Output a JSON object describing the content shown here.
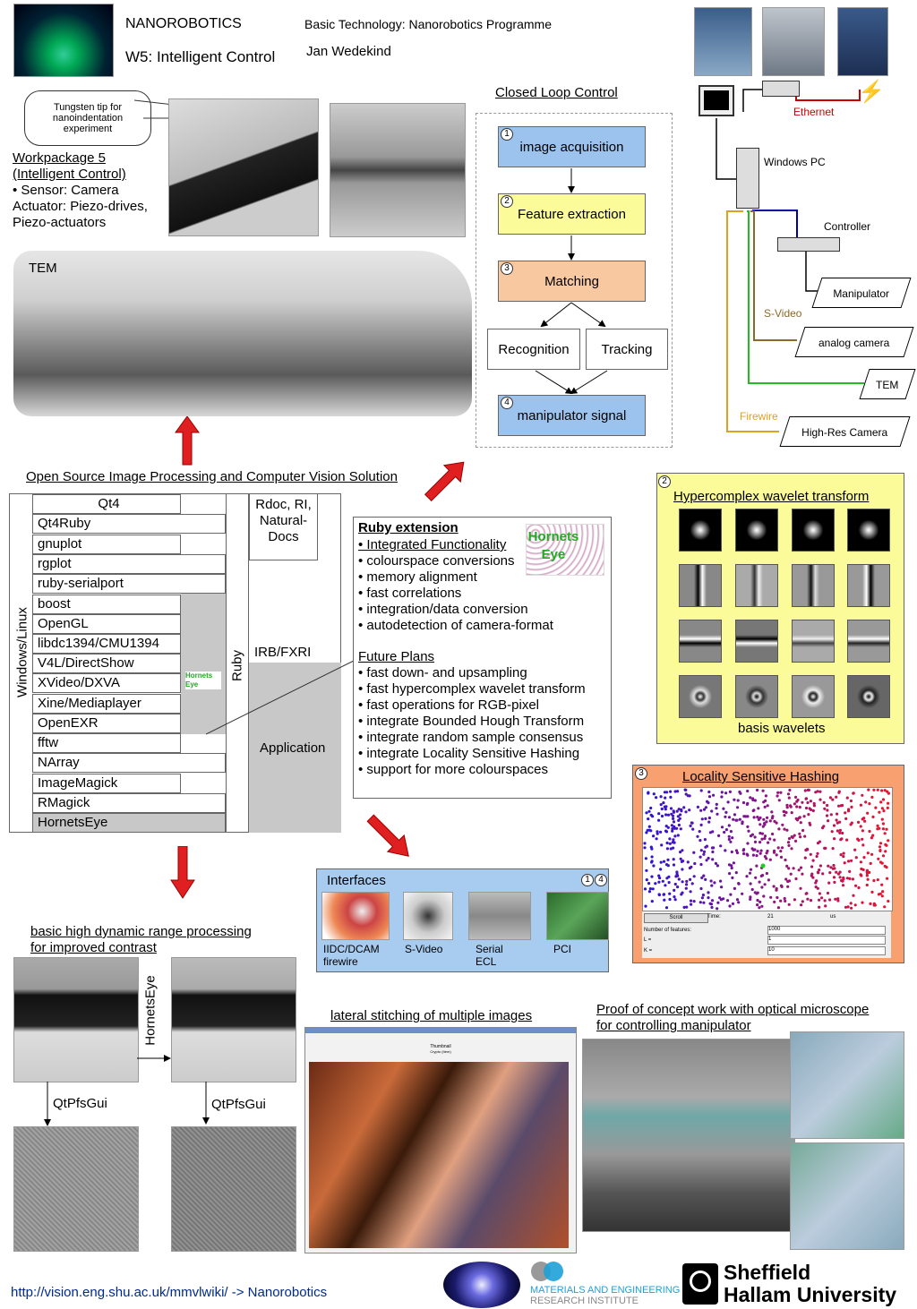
{
  "header": {
    "programme": "NANOROBOTICS",
    "workpackage": "W5: Intelligent Control",
    "subtitle": "Basic Technology: Nanorobotics Programme",
    "author": "Jan Wedekind"
  },
  "callout": {
    "text": "Tungsten tip for nanoindentation experiment"
  },
  "intro": {
    "title1": "Workpackage 5",
    "title2": "(Intelligent Control)",
    "line1": "• Sensor: Camera",
    "line2": "Actuator: Piezo-drives,",
    "line3": "Piezo-actuators"
  },
  "tem_label": "TEM",
  "closed_loop": {
    "title": "Closed Loop Control",
    "steps": [
      "image acquisition",
      "Feature extraction",
      "Matching",
      "Recognition",
      "Tracking",
      "manipulator signal"
    ],
    "nums": [
      "1",
      "2",
      "3",
      "4"
    ]
  },
  "network": {
    "ethernet": "Ethernet",
    "pc": "Windows PC",
    "controller": "Controller",
    "manipulator": "Manipulator",
    "svideo": "S-Video",
    "analog": "analog camera",
    "tem": "TEM",
    "firewire": "Firewire",
    "hires": "High-Res Camera",
    "colors": {
      "ethernet": "#cc0000",
      "controller": "#0000aa",
      "tem": "#22bb22",
      "svideo": "#8b6a2a",
      "firewire": "#e0a020"
    }
  },
  "oss": {
    "title": "Open Source  Image Processing and Computer Vision Solution",
    "os": "Windows/Linux",
    "ruby": "Ruby",
    "libs": [
      "Qt4",
      "Qt4Ruby",
      "gnuplot",
      "rgplot",
      "ruby-serialport",
      "boost",
      "OpenGL",
      "libdc1394/CMU1394",
      "V4L/DirectShow",
      "XVideo/DXVA",
      "Xine/Mediaplayer",
      "OpenEXR",
      "fftw",
      "NArray",
      "ImageMagick",
      "RMagick",
      "HornetsEye"
    ],
    "rdoc": "Rdoc, RI, Natural- Docs",
    "irb": "IRB/FXRI",
    "application": "Application",
    "logo_small": "Hornets Eye"
  },
  "ruby_ext": {
    "title": "Ruby extension",
    "features_title": "• Integrated Functionality",
    "features": [
      "• colourspace conversions",
      "• memory alignment",
      "• fast correlations",
      "• integration/data conversion",
      "• autodetection of camera-format"
    ],
    "plans_title": "Future Plans",
    "plans": [
      "• fast down- and upsampling",
      "• fast hypercomplex wavelet transform",
      "• fast operations for RGB-pixel",
      "• integrate Bounded Hough Transform",
      "• integrate random sample consensus",
      "• integrate Locality Sensitive Hashing",
      "• support for more colourspaces"
    ],
    "logo": "Hornets Eye"
  },
  "wavelet": {
    "num": "2",
    "title": "Hypercomplex wavelet transform",
    "caption": "basis wavelets"
  },
  "lsh": {
    "num": "3",
    "title": "Locality Sensitive Hashing",
    "scroll": "Scroll",
    "time": "Time:",
    "time_val": "21",
    "time_unit": "us",
    "nfeat": "Number of features:",
    "nfeat_val": "1000",
    "l": "L =",
    "l_val": "1",
    "k": "K =",
    "k_val": "10"
  },
  "interfaces": {
    "title": "Interfaces",
    "nums": [
      "1",
      "4"
    ],
    "items": [
      "IIDC/DCAM firewire",
      "S-Video",
      "Serial ECL",
      "PCI"
    ]
  },
  "hdr": {
    "title1": "basic high dynamic range processing",
    "title2": "for improved contrast",
    "hornets": "HornetsEye",
    "qt1": "QtPfsGui",
    "qt2": "QtPfsGui"
  },
  "stitch": {
    "title": "lateral stitching of multiple images",
    "win_title": "Thumbnail",
    "win_sub": "Crypto (Item)"
  },
  "proof": {
    "title1": "Proof of concept work with optical microscope",
    "title2": "for controlling manipulator"
  },
  "footer": {
    "url": "http://vision.eng.shu.ac.uk/mmvlwiki/ -> Nanorobotics",
    "meri1": "MATERIALS AND ENGINEERING",
    "meri2": "RESEARCH INSTITUTE",
    "shu1": "Sheffield",
    "shu2": "Hallam University"
  }
}
